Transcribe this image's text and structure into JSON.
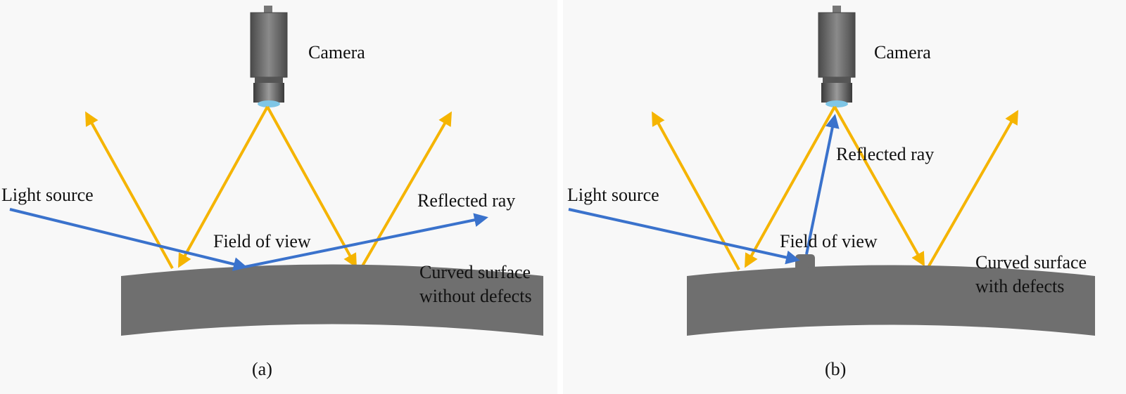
{
  "colors": {
    "light_ray": "#f5b400",
    "blue_ray": "#3a72cc",
    "surface": "#6f6f6f",
    "camera_body": "#5a5a5a",
    "lens_tip": "#7fc6e6"
  },
  "icons": [
    "camera-icon",
    "curved-surface-shape",
    "defect-bump-shape"
  ],
  "panel_a": {
    "camera_label": "Camera",
    "light_source_label": "Light source",
    "reflected_ray_label": "Reflected ray",
    "field_of_view_label": "Field of view",
    "surface_label_line1": "Curved surface",
    "surface_label_line2": "without defects",
    "caption": "(a)"
  },
  "panel_b": {
    "camera_label": "Camera",
    "light_source_label": "Light source",
    "reflected_ray_label": "Reflected ray",
    "field_of_view_label": "Field of view",
    "surface_label_line1": "Curved surface",
    "surface_label_line2": "with defects",
    "caption": "(b)"
  }
}
